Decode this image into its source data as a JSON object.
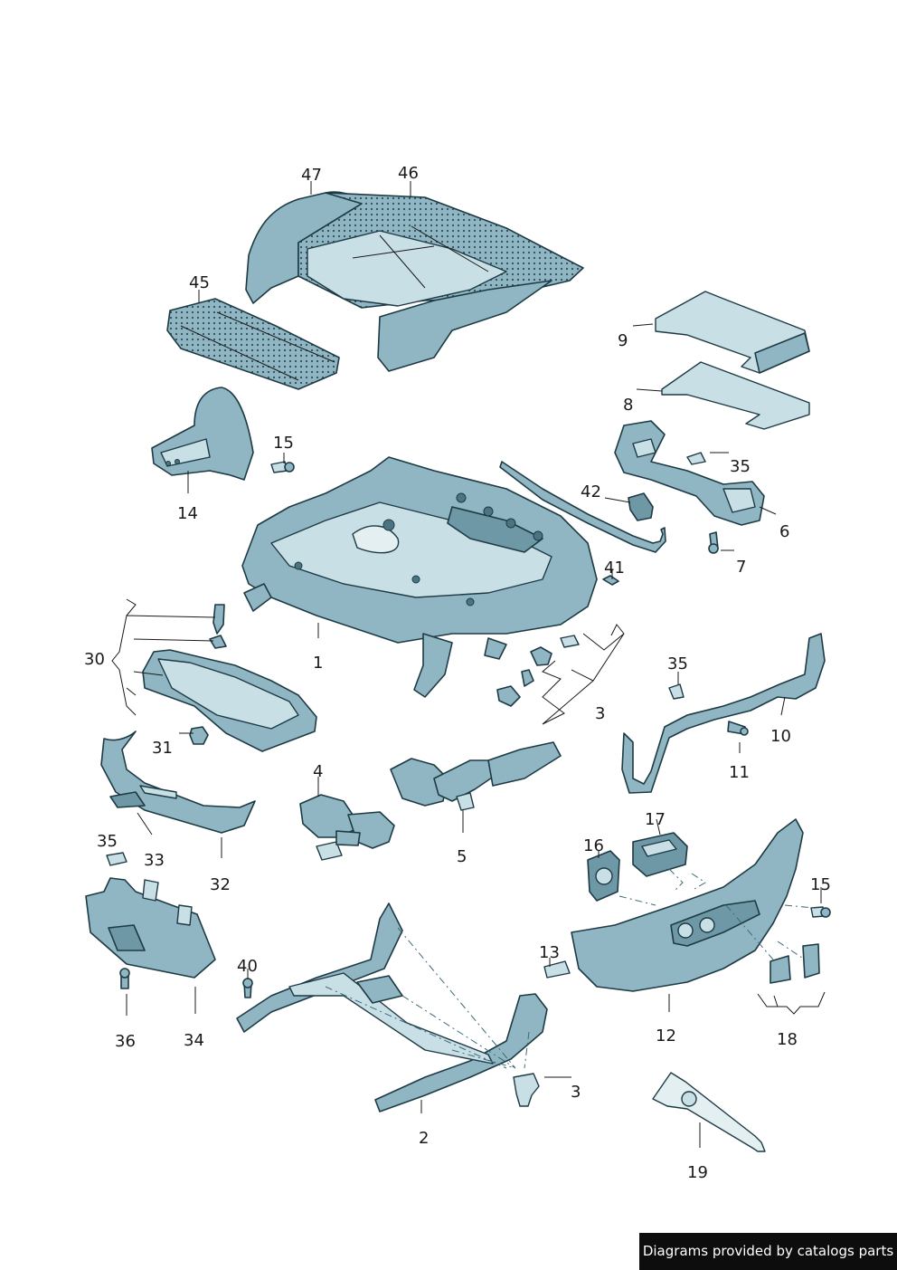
{
  "diagram": {
    "callouts": [
      "47",
      "46",
      "45",
      "9",
      "8",
      "15",
      "14",
      "35",
      "42",
      "6",
      "7",
      "41",
      "1",
      "30",
      "3",
      "35",
      "10",
      "31",
      "11",
      "4",
      "5",
      "33",
      "35",
      "32",
      "17",
      "16",
      "15",
      "13",
      "40",
      "36",
      "34",
      "12",
      "18",
      "2",
      "3",
      "19"
    ]
  },
  "watermark": "Diagrams provided by catalogs parts",
  "colors": {
    "part_fill": "#8fb6c2",
    "outline": "#1e3a44",
    "watermark_bg": "#0d0d0d"
  }
}
